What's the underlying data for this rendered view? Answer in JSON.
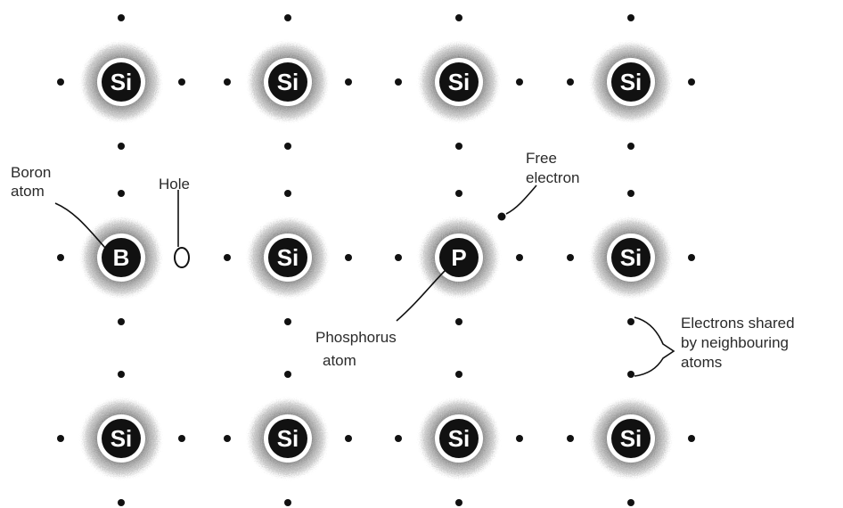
{
  "atoms": {
    "r0c0": "Si",
    "r0c1": "Si",
    "r0c2": "Si",
    "r0c3": "Si",
    "r1c0": "B",
    "r1c1": "Si",
    "r1c2": "P",
    "r1c3": "Si",
    "r2c0": "Si",
    "r2c1": "Si",
    "r2c2": "Si",
    "r2c3": "Si"
  },
  "labels": {
    "boron_atom": [
      "Boron",
      "atom"
    ],
    "hole": "Hole",
    "free_electron": [
      "Free",
      "electron"
    ],
    "phosphorus_atom": [
      "Phosphorus",
      "atom"
    ],
    "electrons_shared": [
      "Electrons shared",
      "by neighbouring",
      "atoms"
    ]
  },
  "colors": {
    "atom_core": "#111111",
    "halo": "#555555",
    "electron": "#111111",
    "text": "#2a2a2a"
  }
}
